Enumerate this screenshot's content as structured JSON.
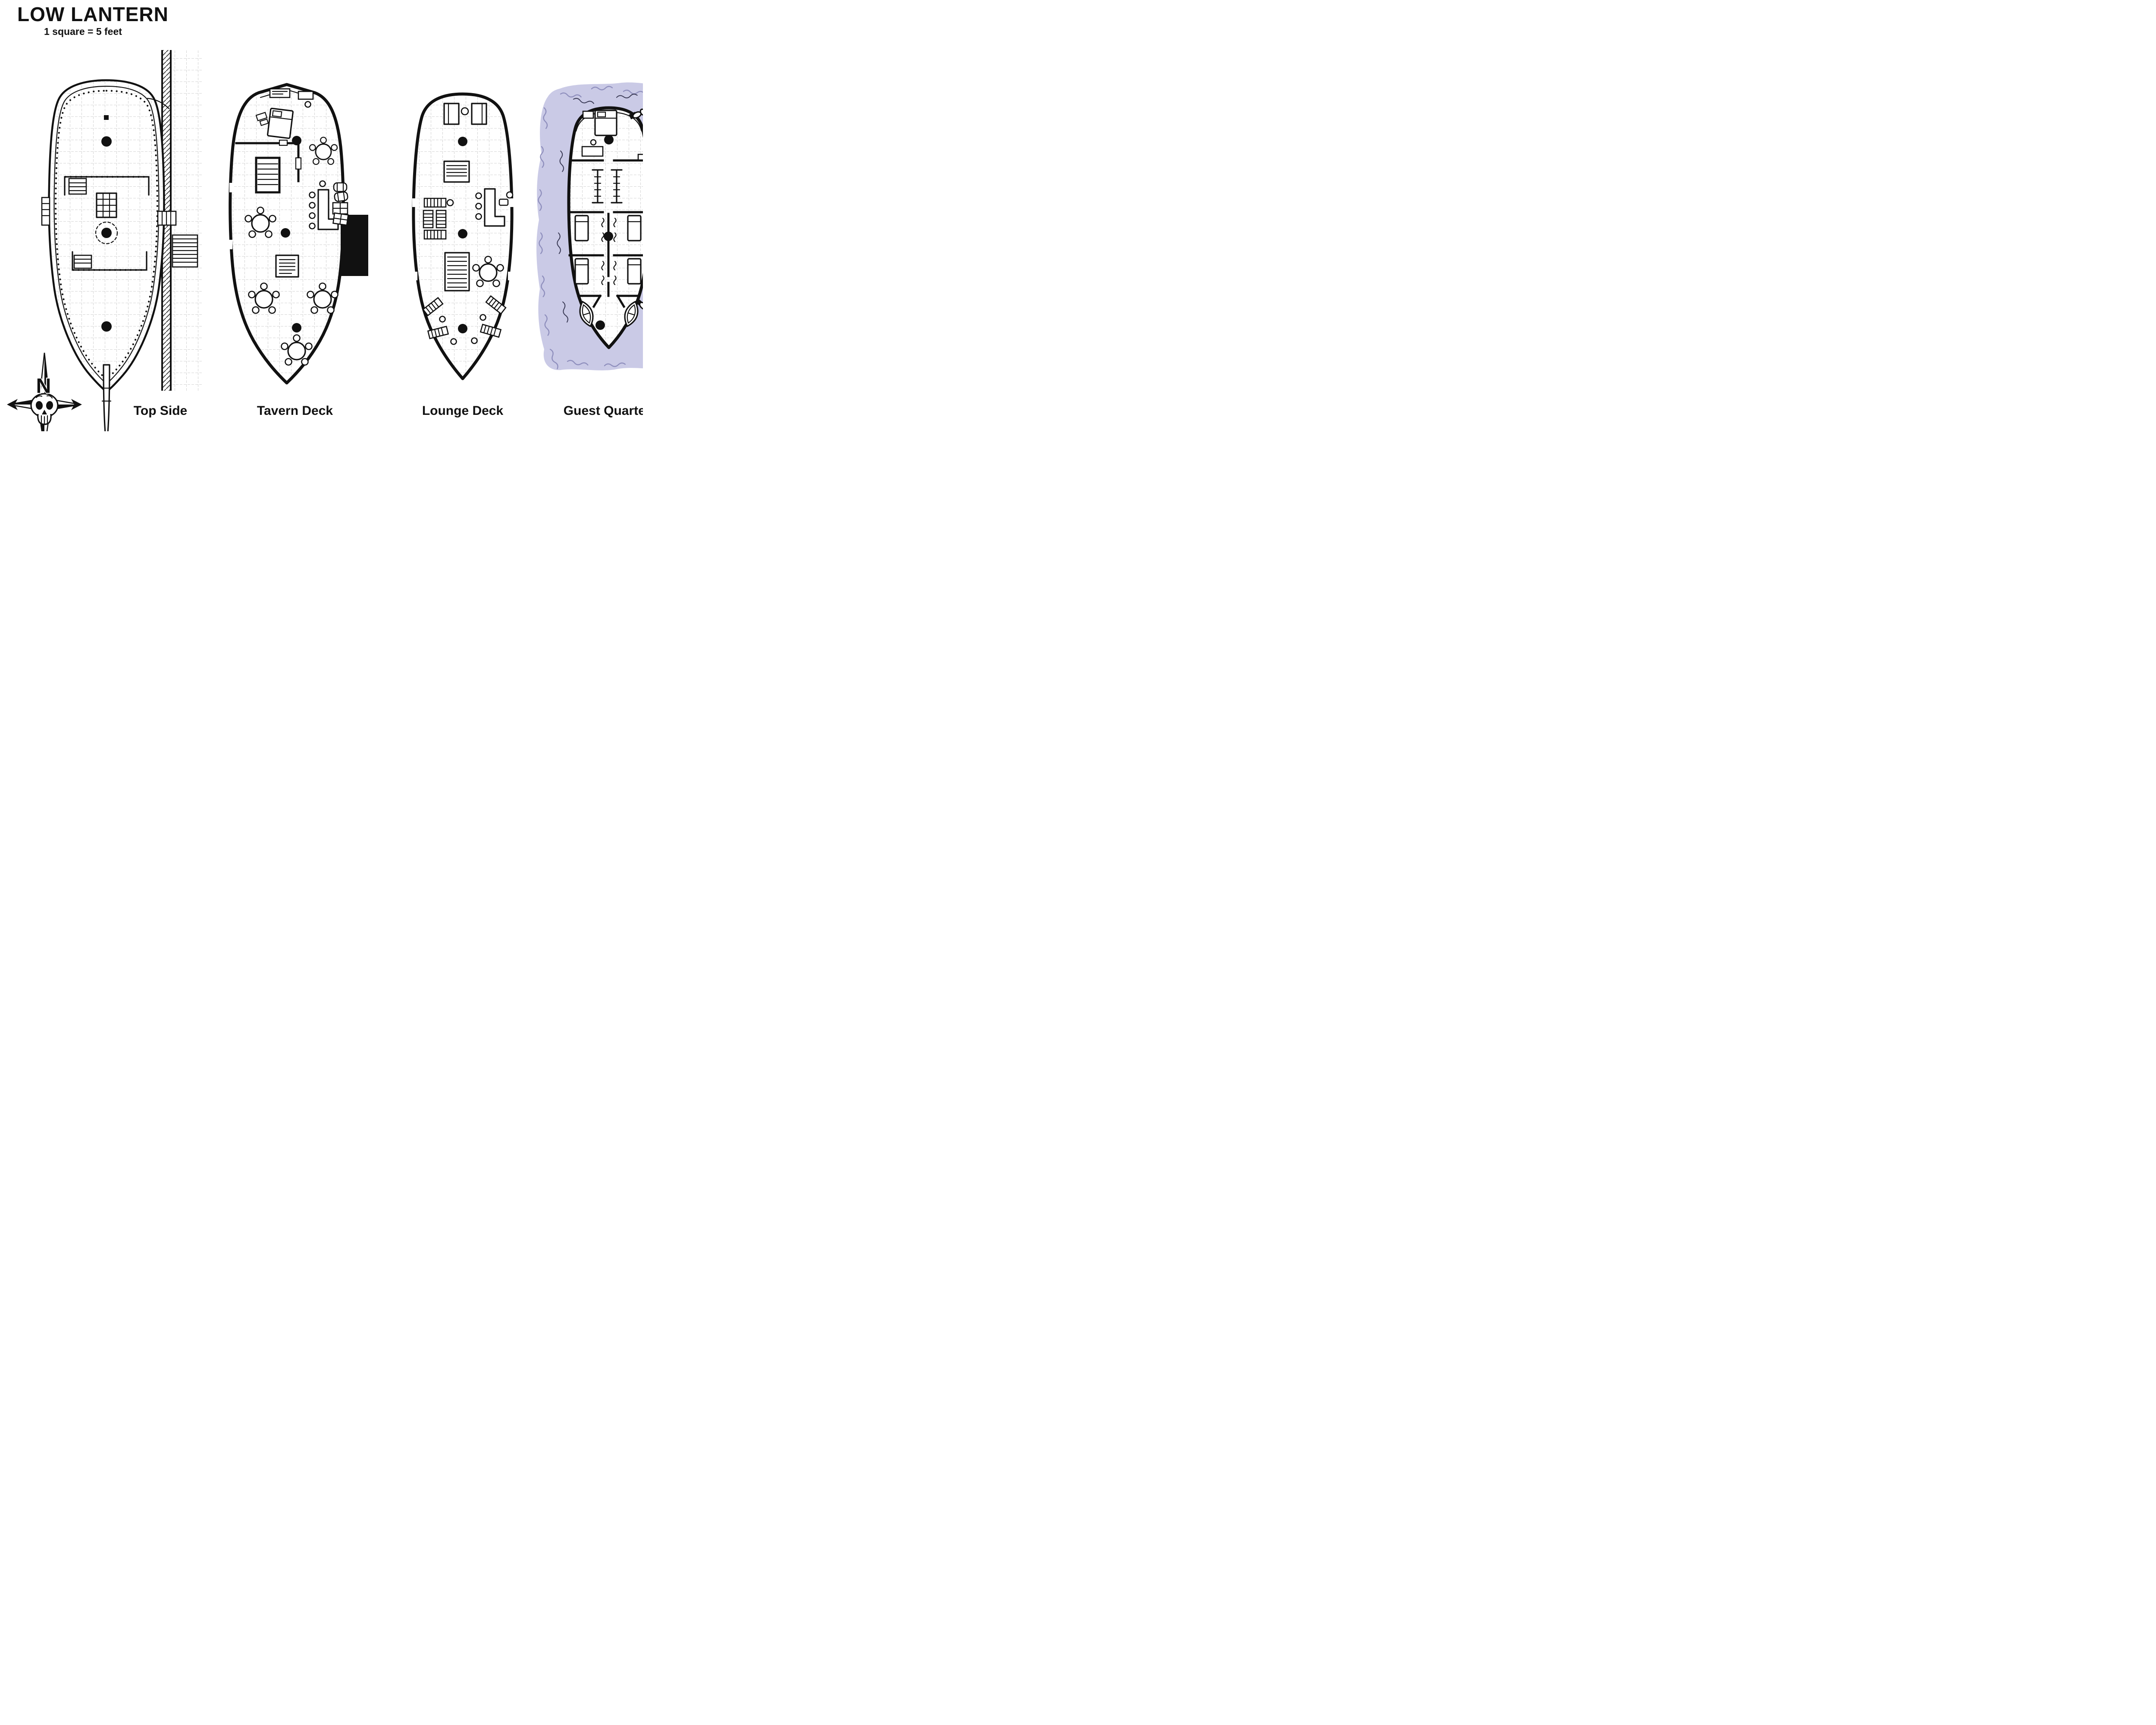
{
  "map": {
    "title": "LOW LANTERN",
    "scale_note": "1 square = 5 feet"
  },
  "compass": {
    "north_label": "N"
  },
  "decks": [
    {
      "id": "top-side",
      "label": "Top Side"
    },
    {
      "id": "tavern-deck",
      "label": "Tavern Deck"
    },
    {
      "id": "lounge-deck",
      "label": "Lounge Deck"
    },
    {
      "id": "guest-quarters",
      "label": "Guest Quarters"
    }
  ],
  "colors": {
    "ink": "#111111",
    "grid_line": "#c7c7c7",
    "water_fill": "#cacae6",
    "water_ripple": "#8f8fbd",
    "paper": "#ffffff"
  }
}
